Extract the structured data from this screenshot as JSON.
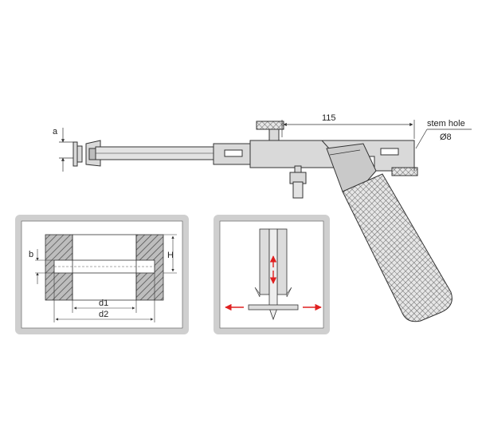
{
  "labels": {
    "overall_length": "115",
    "stem_hole_title": "stem hole",
    "stem_hole_diameter": "Ø8",
    "dim_a": "a",
    "dim_b": "b",
    "dim_H": "H",
    "dim_d1": "d1",
    "dim_d2": "d2"
  },
  "colors": {
    "line": "#333333",
    "metal": "#d9d9d9",
    "panel": "#cfcfcf",
    "hatch": "#555555",
    "arrow": "#e02020"
  }
}
